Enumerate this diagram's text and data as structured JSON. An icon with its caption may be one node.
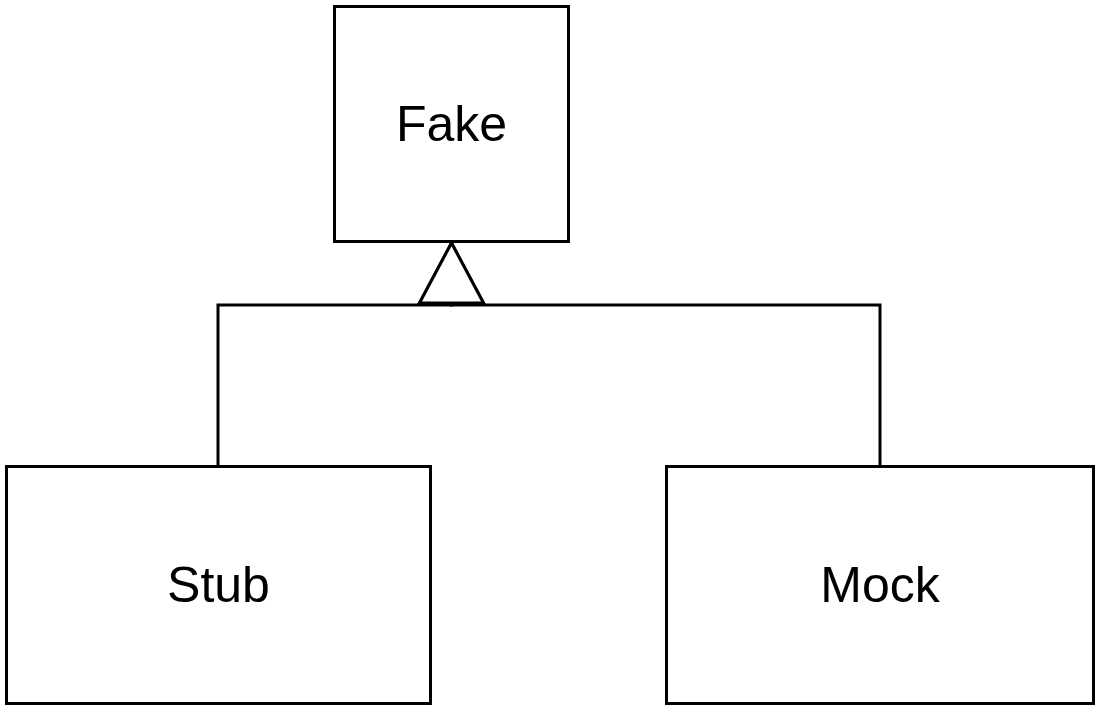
{
  "diagram": {
    "nodes": [
      {
        "text": [
          "Fake"
        ]
      },
      {
        "text": [
          "Stub"
        ]
      },
      {
        "text": [
          "Mock"
        ]
      }
    ],
    "edges": [
      {
        "from": 1,
        "to": 0,
        "arrow": "to"
      },
      {
        "from": 2,
        "to": 0,
        "arrow": "to"
      }
    ]
  }
}
